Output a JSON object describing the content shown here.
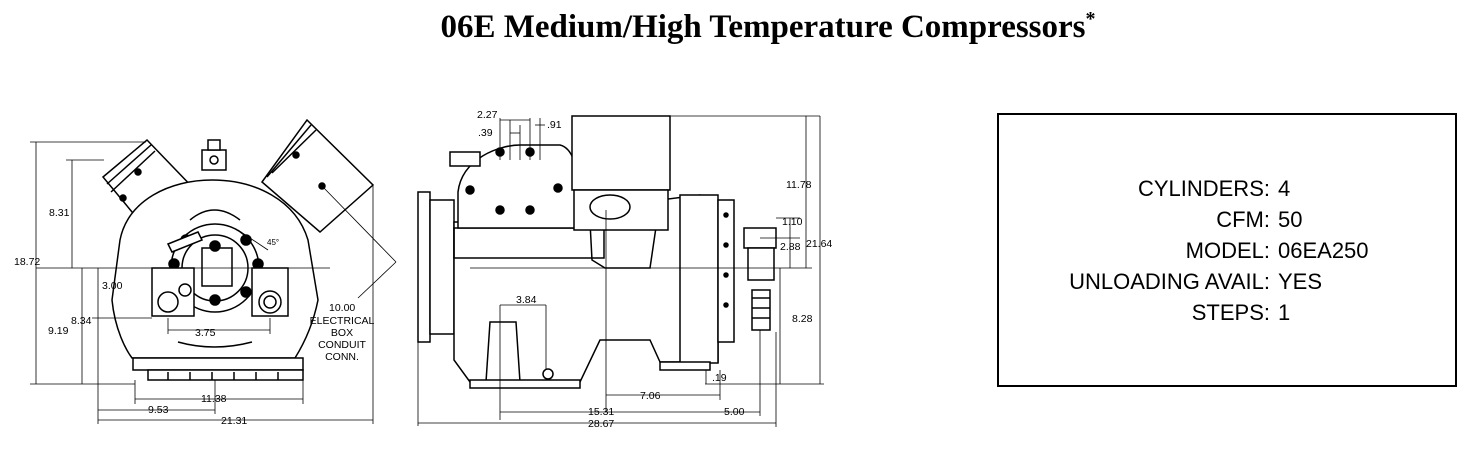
{
  "title": "06E Medium/High Temperature Compressors",
  "title_mark": "*",
  "front_view": {
    "dims": {
      "d_831": "8.31",
      "d_1872": "18.72",
      "d_300": "3.00",
      "d_834": "8.34",
      "d_919": "9.19",
      "d_375": "3.75",
      "d_1000": "10.00",
      "d_1138": "11.38",
      "d_953": "9.53",
      "d_2131": "21.31",
      "angle": "45°"
    },
    "callout": [
      "ELECTRICAL",
      "BOX",
      "CONDUIT",
      "CONN."
    ]
  },
  "side_view": {
    "dims": {
      "d_227": "2.27",
      "d_039": ".39",
      "d_091": ".91",
      "d_1178": "11.78",
      "d_110": "1.10",
      "d_288": "2.88",
      "d_2164": "21.64",
      "d_384": "3.84",
      "d_828": "8.28",
      "d_019": ".19",
      "d_706": "7.06",
      "d_1531": "15.31",
      "d_500": "5.00",
      "d_2867": "28.67"
    }
  },
  "specs": [
    {
      "label": "CYLINDERS:",
      "value": "4"
    },
    {
      "label": "CFM:",
      "value": "50"
    },
    {
      "label": "MODEL:",
      "value": "06EA250"
    },
    {
      "label": "UNLOADING AVAIL:",
      "value": "YES"
    },
    {
      "label": "STEPS:",
      "value": "1"
    }
  ]
}
